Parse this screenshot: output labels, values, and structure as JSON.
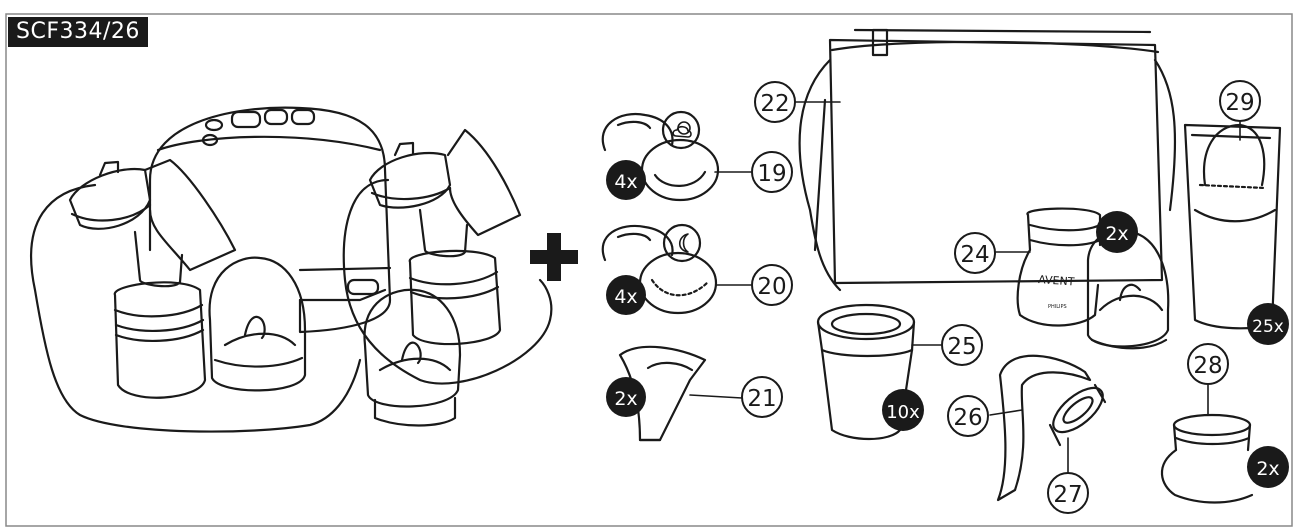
{
  "model": "SCF334/26",
  "callouts": [
    {
      "id": "c19",
      "num": "19"
    },
    {
      "id": "c20",
      "num": "20"
    },
    {
      "id": "c21",
      "num": "21"
    },
    {
      "id": "c22",
      "num": "22"
    },
    {
      "id": "c24",
      "num": "24"
    },
    {
      "id": "c25",
      "num": "25"
    },
    {
      "id": "c26",
      "num": "26"
    },
    {
      "id": "c27",
      "num": "27"
    },
    {
      "id": "c28",
      "num": "28"
    },
    {
      "id": "c29",
      "num": "29"
    }
  ],
  "quantities": {
    "q19": "4x",
    "q20": "4x",
    "q21": "2x",
    "q24": "2x",
    "q25": "10x",
    "q28": "2x",
    "q29": "25x"
  },
  "bottle_brand": "AVENT",
  "bottle_sub": "PHILIPS",
  "colors": {
    "ink": "#1a1a1a",
    "paper": "#ffffff",
    "light": "#e8e8e8"
  }
}
